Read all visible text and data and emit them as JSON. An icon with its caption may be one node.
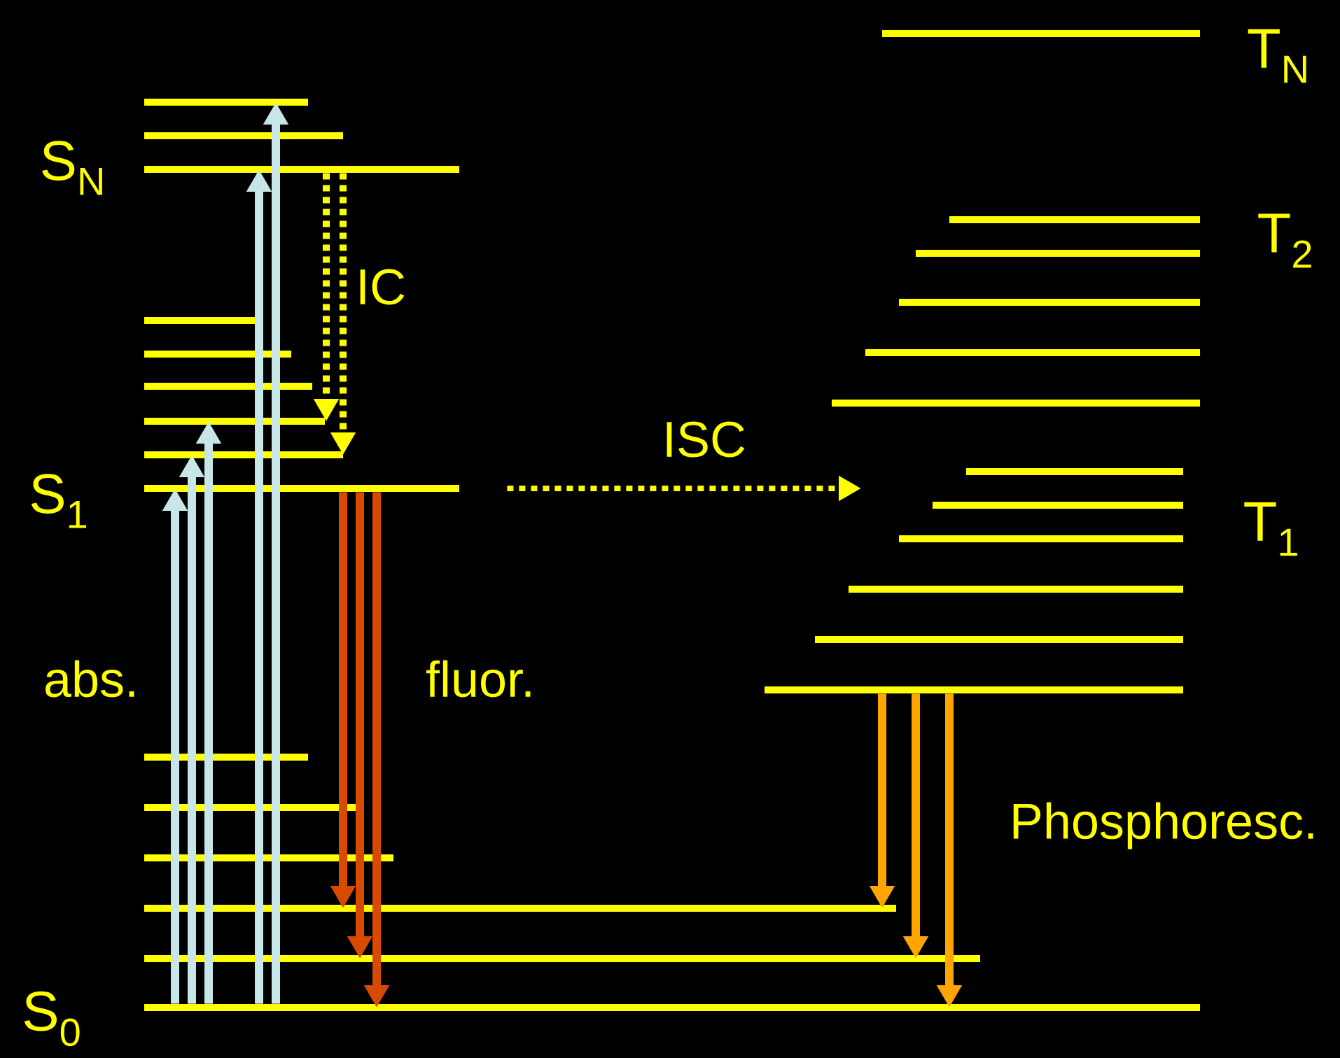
{
  "diagram": {
    "nodes": [
      {
        "text": [],
        "shape": "bar"
      },
      {
        "text": [],
        "shape": "bar"
      },
      {
        "text": [],
        "shape": "bar"
      },
      {
        "text": [],
        "shape": "bar"
      },
      {
        "text": [],
        "shape": "bar"
      },
      {
        "text": [],
        "shape": "bar"
      },
      {
        "text": [],
        "shape": "bar"
      },
      {
        "text": [],
        "shape": "bar"
      },
      {
        "text": [],
        "shape": "bar"
      },
      {
        "text": [],
        "shape": "bar"
      },
      {
        "text": [],
        "shape": "bar"
      },
      {
        "text": [],
        "shape": "bar"
      },
      {
        "text": [],
        "shape": "bar"
      },
      {
        "text": [],
        "shape": "bar"
      },
      {
        "text": [],
        "shape": "bar"
      },
      {
        "text": [],
        "shape": "bar"
      },
      {
        "text": [],
        "shape": "bar"
      },
      {
        "text": [],
        "shape": "bar"
      },
      {
        "text": [],
        "shape": "bar"
      },
      {
        "text": [],
        "shape": "bar"
      },
      {
        "text": [],
        "shape": "bar"
      },
      {
        "text": [],
        "shape": "bar"
      },
      {
        "text": [],
        "shape": "bar"
      },
      {
        "text": [],
        "shape": "bar"
      },
      {
        "text": [],
        "shape": "bar"
      },
      {
        "text": [],
        "shape": "bar"
      },
      {
        "text": [],
        "shape": "bar"
      }
    ],
    "edges": [
      {
        "from": 14,
        "to": 8,
        "arrow": "to"
      },
      {
        "from": 14,
        "to": 7,
        "arrow": "to"
      },
      {
        "from": 14,
        "to": 6,
        "arrow": "to"
      },
      {
        "from": 14,
        "to": 2,
        "arrow": "to"
      },
      {
        "from": 14,
        "to": 0,
        "arrow": "to"
      },
      {
        "from": 2,
        "to": 6,
        "arrow": "to",
        "style": "dashed",
        "color": "#ffff00"
      },
      {
        "from": 2,
        "to": 7,
        "arrow": "to",
        "style": "dashed",
        "color": "#ffff00"
      },
      {
        "from": 8,
        "to": null,
        "arrow": "to",
        "style": "dashed",
        "color": "#ffff00"
      },
      {
        "from": 8,
        "to": 12,
        "arrow": "to",
        "color": "#d84a00"
      },
      {
        "from": 8,
        "to": 13,
        "arrow": "to",
        "color": "#d84a00"
      },
      {
        "from": 8,
        "to": 14,
        "arrow": "to",
        "color": "#d84a00"
      },
      {
        "from": 26,
        "to": 12,
        "arrow": "to",
        "color": "#ffa500"
      },
      {
        "from": 26,
        "to": 13,
        "arrow": "to",
        "color": "#ffa500"
      },
      {
        "from": 26,
        "to": 14,
        "arrow": "to",
        "color": "#ffa500"
      }
    ],
    "labels": [
      "T$_{N}$",
      "S$_{N}$",
      "T$_{2}$",
      "IC",
      "ISC",
      "S$_{1}$",
      "T$_{1}$",
      "abs.",
      "fluor.",
      "Phosphoresc.",
      "S$_{0}$"
    ]
  }
}
